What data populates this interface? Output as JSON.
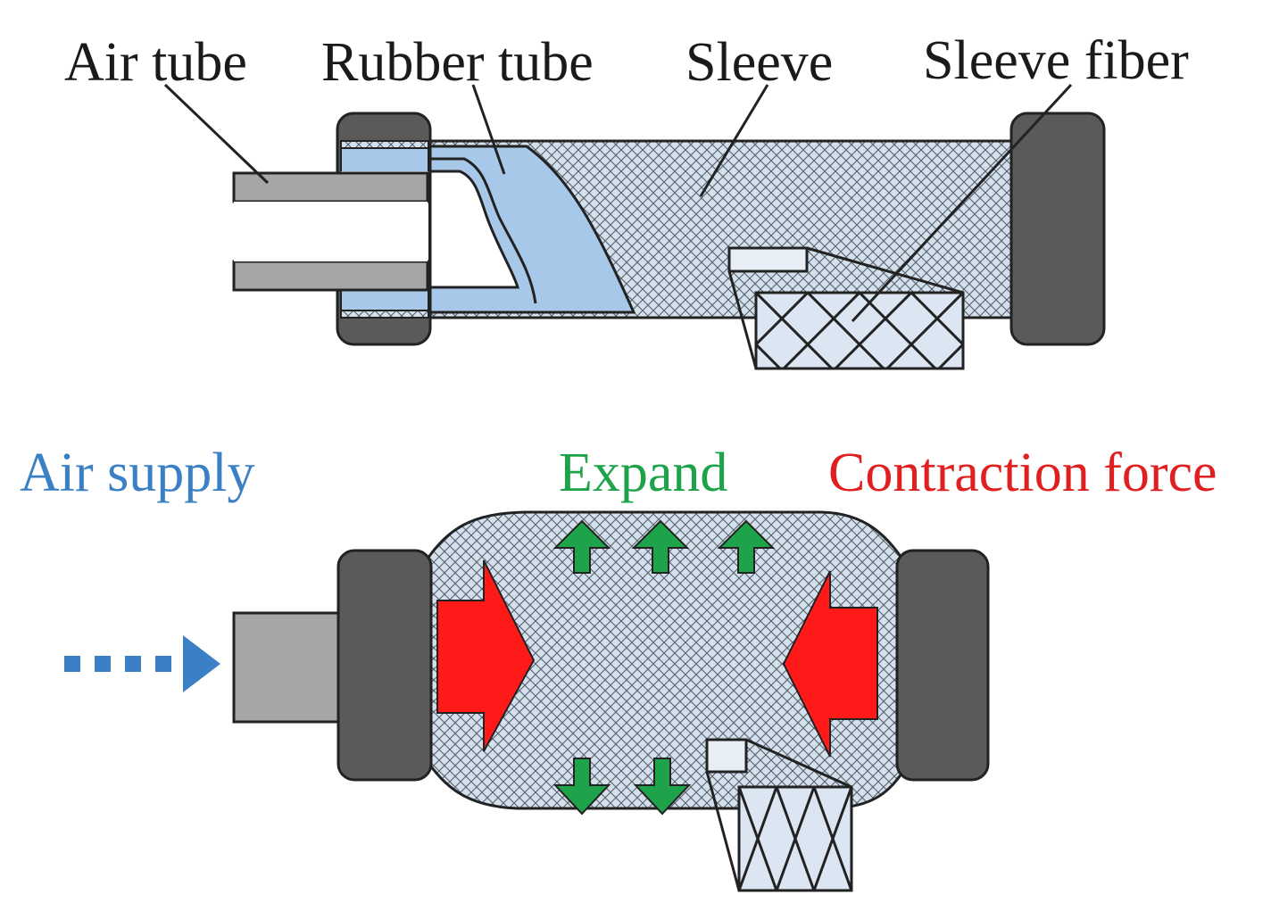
{
  "top_labels": {
    "air_tube": "Air tube",
    "rubber_tube": "Rubber tube",
    "sleeve": "Sleeve",
    "sleeve_fiber": "Sleeve fiber"
  },
  "bottom_labels": {
    "air_supply": "Air supply",
    "expand": "Expand",
    "contraction_force": "Contraction force"
  },
  "colors": {
    "air_supply": "#3b7fc4",
    "expand": "#1fa34a",
    "contraction_force": "#e02020",
    "rubber_tube": "#a8c8ea",
    "end_cap": "#5a5a5a",
    "air_tube": "#a6a6a6",
    "sleeve": "#c9d7e6"
  }
}
